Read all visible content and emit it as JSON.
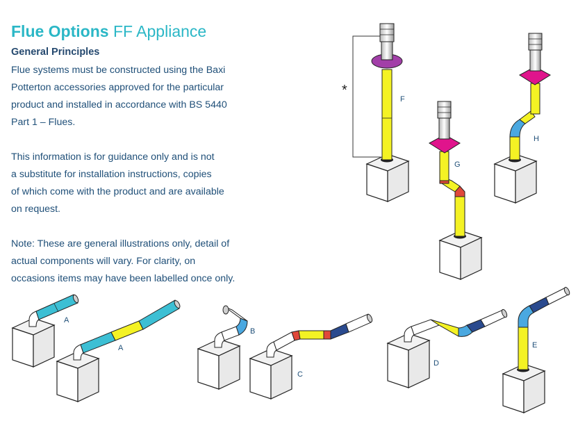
{
  "heading": {
    "bold": "Flue Options",
    "light": "FF Appliance"
  },
  "subheading": "General Principles",
  "paragraph1": [
    "Flue systems must be constructed using the Baxi",
    "Potterton accessories approved for the particular",
    "product and installed in accordance with BS 5440",
    "Part 1 – Flues."
  ],
  "paragraph2": [
    "This information is for guidance only and is not",
    "a substitute for installation instructions, copies",
    "of which come with the product and are available",
    "on request."
  ],
  "paragraph3": [
    "Note: These are general illustrations only, detail of",
    "actual components will vary. For clarity, on",
    "occasions items may have been labelled once only."
  ],
  "labels": {
    "asterisk": "*",
    "F": "F",
    "G": "G",
    "H": "H",
    "A": "A",
    "B": "B",
    "C": "C",
    "D": "D",
    "E": "E"
  },
  "colors": {
    "title": "#2bb7c6",
    "body_text": "#1f4f78",
    "cyan_pipe": "#3cbfd4",
    "yellow_pipe": "#f4f224",
    "blue_bend": "#4aa8e0",
    "navy_pipe": "#2a4a8e",
    "red_collar": "#e0483a",
    "magenta_flashing": "#e0148c",
    "purple_flashing": "#a23fa8"
  }
}
